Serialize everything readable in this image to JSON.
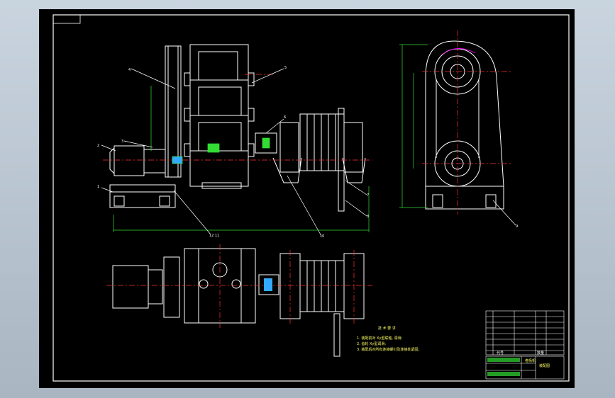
{
  "viewport": {
    "title": "",
    "background": "#aab5c1",
    "sheet_color": "#000000",
    "line_color": "#ffffff",
    "center_line_color": "#ff3030",
    "dim_color": "#33dd33",
    "accent_color": "#ff00ff"
  },
  "callouts": {
    "c1": "1",
    "c2": "2",
    "c3": "3",
    "c4": "4",
    "c5": "5",
    "c6": "6",
    "c7": "7",
    "c8": "8",
    "c9": "9",
    "c10": "10",
    "c12_11": "12 11"
  },
  "notes": {
    "title": "技 术 要 求",
    "line1": "1. 装配前对 Xγ型联轴, 润滑;",
    "line2": "2. 齿轮 Xγ型润滑;",
    "line3": "3. 装配后对所有连接螺钉及连接处紧固。"
  },
  "title_block": {
    "name": "卷扬机",
    "subtitle": "装配图"
  },
  "parts_table": {
    "header_code": "代号",
    "header_qty": "数量"
  }
}
